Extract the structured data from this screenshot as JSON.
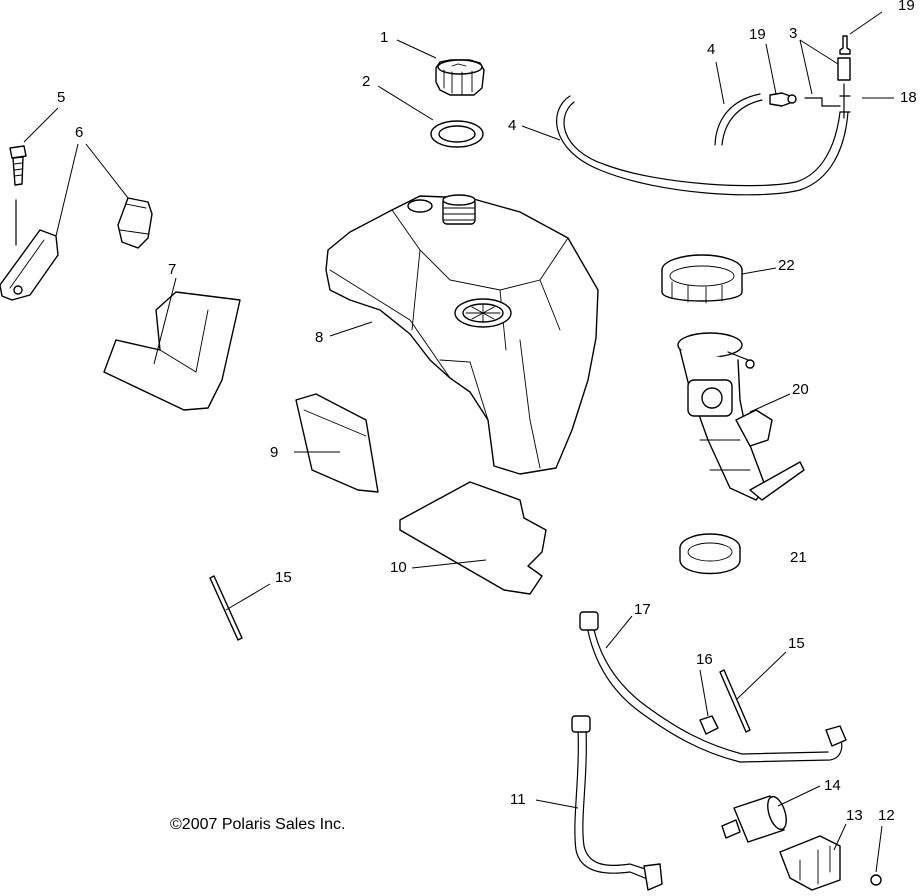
{
  "callouts": {
    "c1": "1",
    "c2": "2",
    "c3": "3",
    "c4a": "4",
    "c4b": "4",
    "c5": "5",
    "c6": "6",
    "c7": "7",
    "c8": "8",
    "c9": "9",
    "c10": "10",
    "c11": "11",
    "c12": "12",
    "c13": "13",
    "c14": "14",
    "c15a": "15",
    "c15b": "15",
    "c16": "16",
    "c17": "17",
    "c18": "18",
    "c19a": "19",
    "c19b": "19",
    "c20": "20",
    "c21": "21",
    "c22": "22"
  },
  "copyright": "©2007 Polaris Sales Inc."
}
